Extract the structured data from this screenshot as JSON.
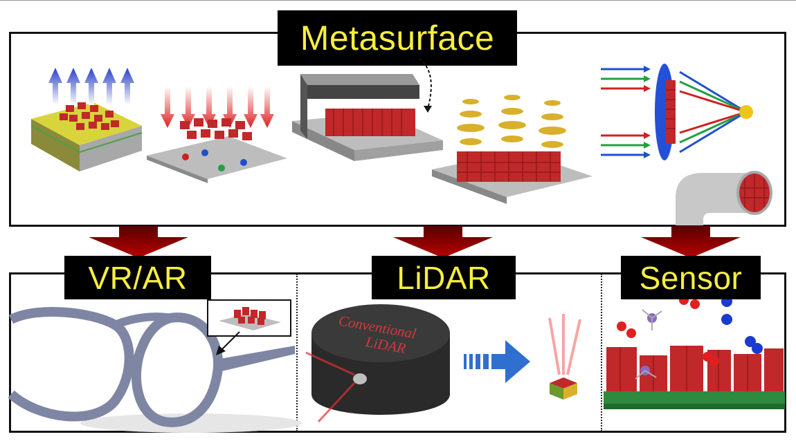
{
  "top_label": "Metasurface",
  "bottom_labels": [
    "VR/AR",
    "LiDAR",
    "Sensor"
  ],
  "lidar_device_text": [
    "Conventional",
    "LiDAR"
  ],
  "colors": {
    "label_bg": "#000000",
    "label_text": "#f5ef3c",
    "arrow": "#8b0000",
    "nanostructure": "#c0282a",
    "substrate": "#9e9e9e"
  },
  "icons": [
    "gold-film-emitter",
    "photocatalysis-surface",
    "encapsulated-metasurface",
    "chiral-helix-array",
    "achromatic-metalens",
    "fiber-tip-metasurface",
    "glasses",
    "lidar-module",
    "chemical-sensor"
  ]
}
